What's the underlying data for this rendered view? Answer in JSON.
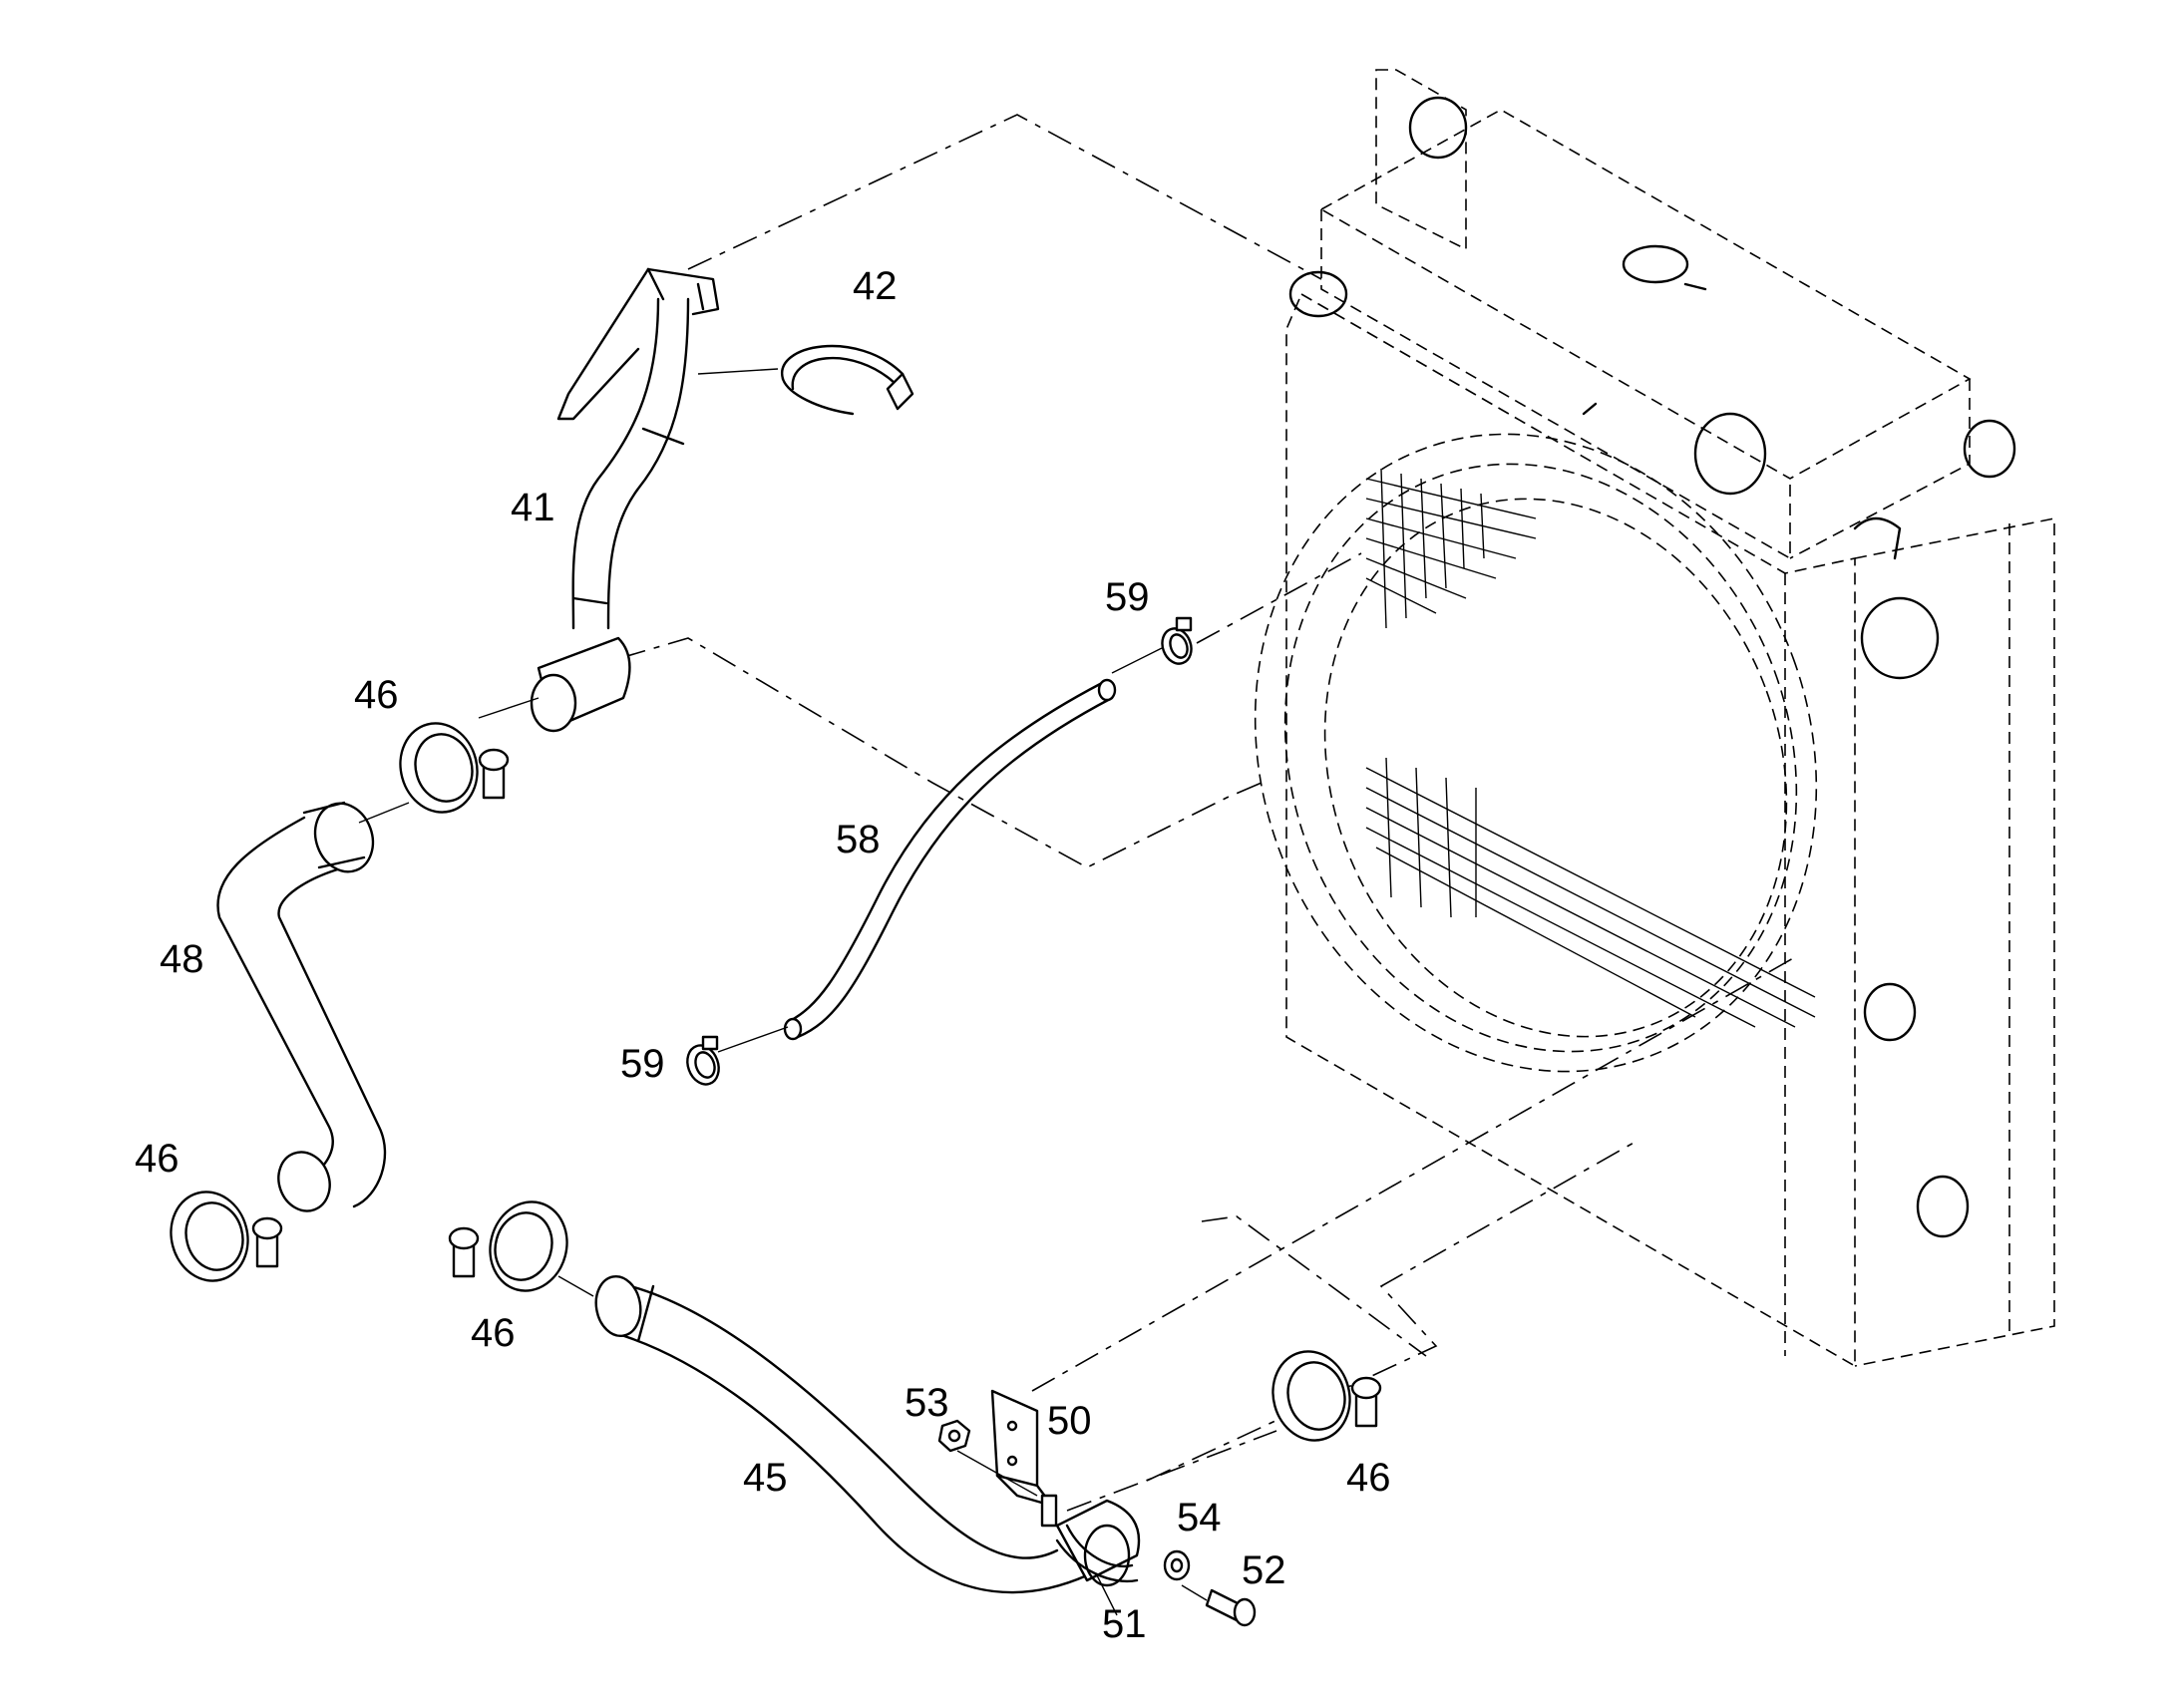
{
  "callouts": {
    "c41": "41",
    "c42": "42",
    "c45": "45",
    "c46a": "46",
    "c46b": "46",
    "c46c": "46",
    "c46d": "46",
    "c48": "48",
    "c50": "50",
    "c51": "51",
    "c52": "52",
    "c53": "53",
    "c54": "54",
    "c58": "58",
    "c59a": "59",
    "c59b": "59"
  }
}
